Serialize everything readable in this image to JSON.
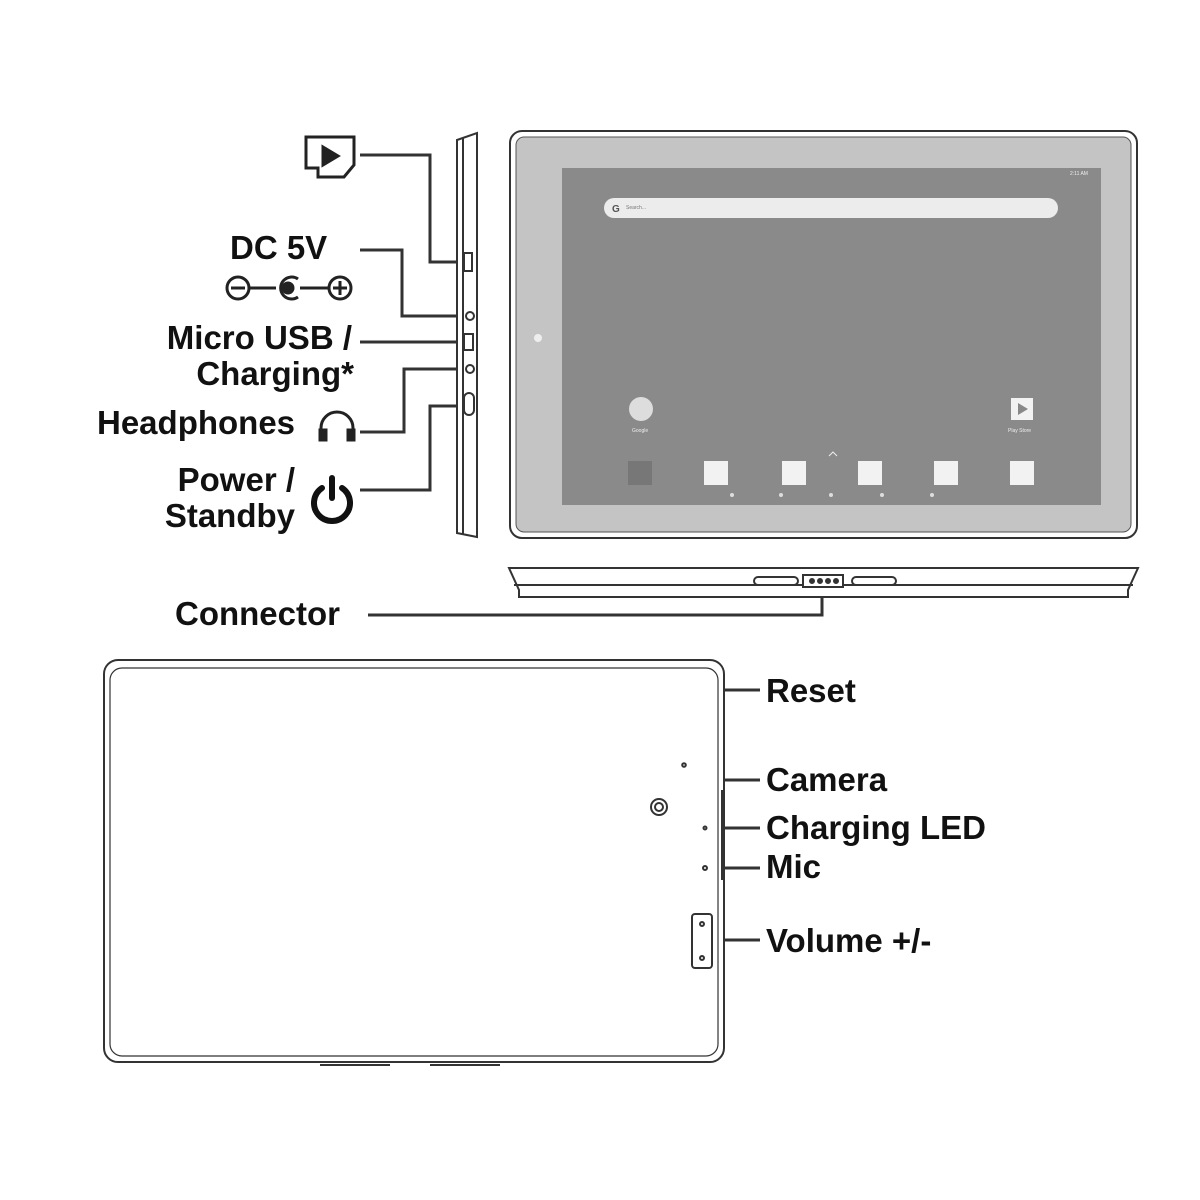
{
  "labels": {
    "dc": "DC 5V",
    "usb_line1": "Micro USB /",
    "usb_line2": "Charging*",
    "headphones": "Headphones",
    "power_line1": "Power /",
    "power_line2": "Standby",
    "connector": "Connector",
    "reset": "Reset",
    "camera": "Camera",
    "charging_led": "Charging LED",
    "mic": "Mic",
    "volume": "Volume +/-"
  },
  "screen": {
    "time": "2:11 AM",
    "search_placeholder": "Search...",
    "app_google": "Google",
    "app_play_store": "Play Store"
  },
  "colors": {
    "line": "#333333",
    "screen": "#8a8a8a",
    "bezel": "#c4c4c4"
  }
}
